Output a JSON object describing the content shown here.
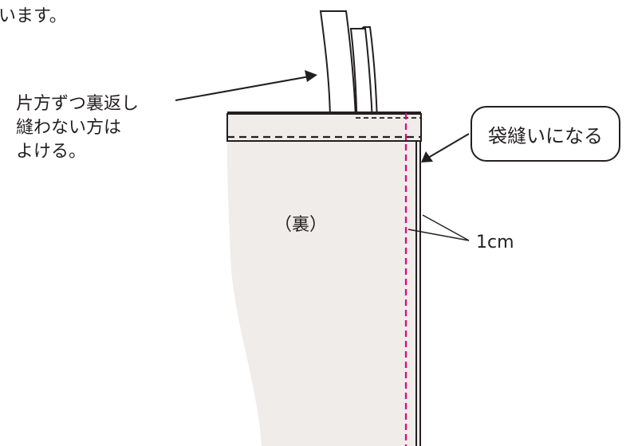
{
  "header_fragment": "います。",
  "instruction_note": {
    "lines": [
      "片方ずつ裏返し",
      "縫わない方は",
      "よける。"
    ]
  },
  "callout": {
    "label": "袋縫いになる"
  },
  "fabric_label": "（裏）",
  "measurement_label": "1cm",
  "colors": {
    "fabric": "#efecea",
    "outline": "#231f20",
    "stitch": "#231f20",
    "seam_line": "#e6007e"
  }
}
